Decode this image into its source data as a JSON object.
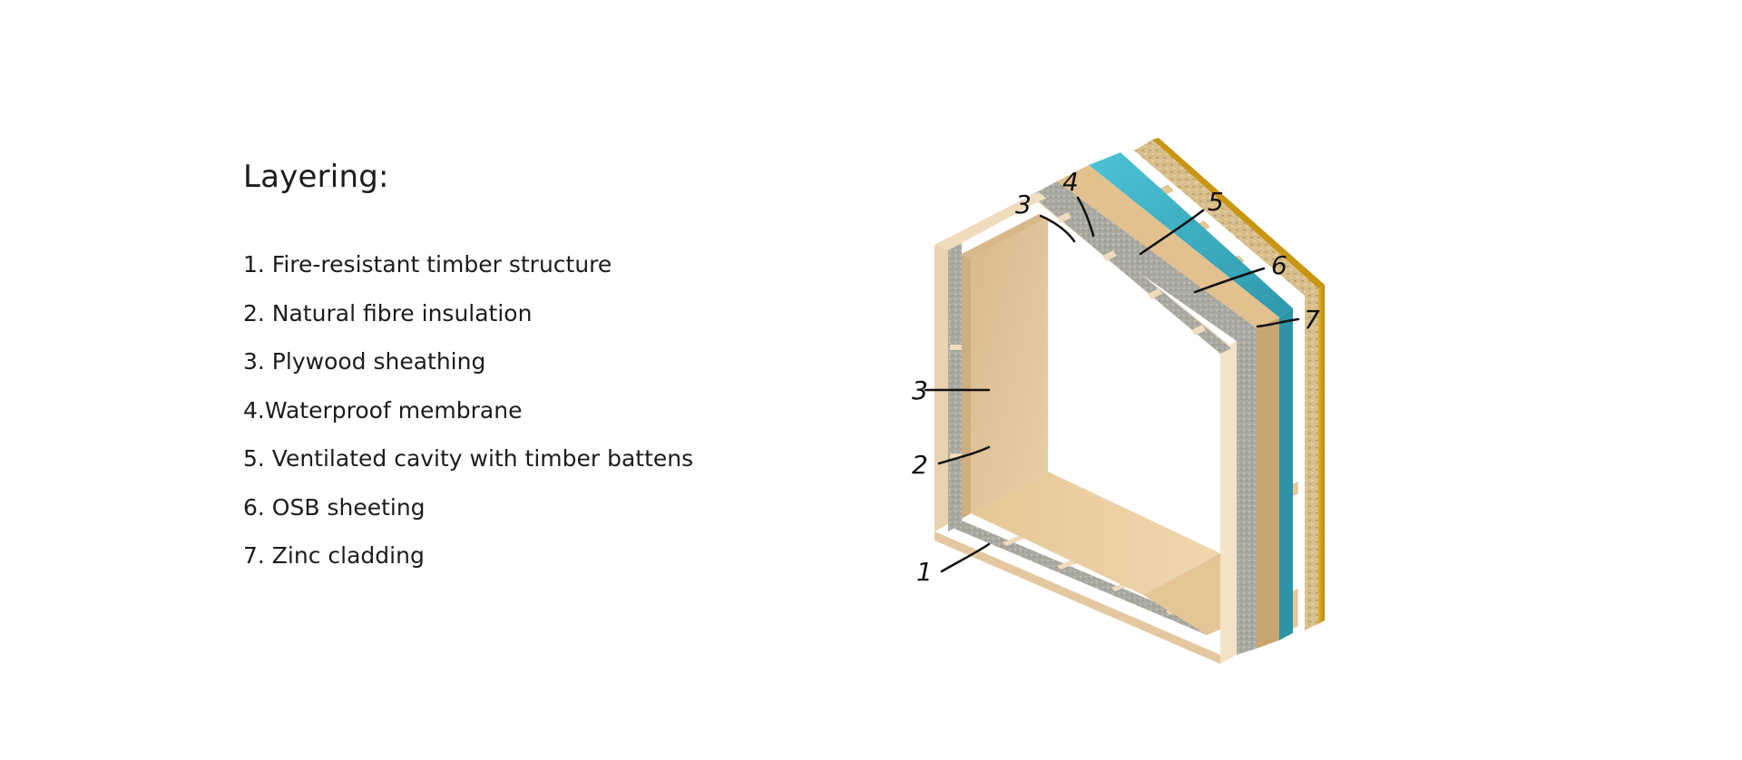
{
  "legend": {
    "title": "Layering:",
    "items": [
      "1. Fire-resistant timber structure",
      "2. Natural fibre insulation",
      "3. Plywood sheathing",
      "4.Waterproof membrane",
      "5. Ventilated cavity with timber battens",
      "6. OSB sheeting",
      "7. Zinc cladding"
    ]
  },
  "callouts": {
    "n1": "1",
    "n2": "2",
    "n3_left": "3",
    "n3_top": "3",
    "n4": "4",
    "n5": "5",
    "n6": "6",
    "n7": "7"
  },
  "colors": {
    "timber": "#e9d2b0",
    "insulation": "#a9a9a1",
    "plywood": "#e2c18f",
    "membrane": "#3fb7cc",
    "osb": "#d6bc8a",
    "zinc": "#d9a725",
    "text": "#1c1c1c"
  }
}
